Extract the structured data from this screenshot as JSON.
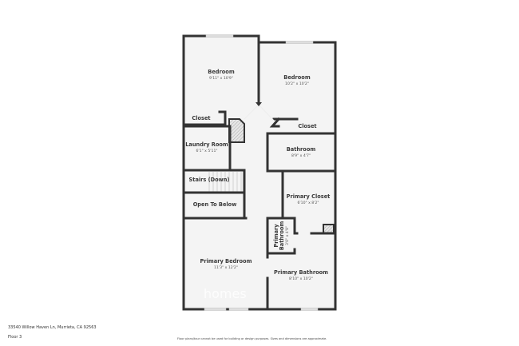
{
  "plan": {
    "floor_fill": "#f4f4f4",
    "wall_color": "#333333",
    "window_color": "#dcdcdc",
    "rooms": [
      {
        "id": "bedroom-1",
        "label": "Bedroom",
        "dims": "9'11\" x 10'9\""
      },
      {
        "id": "bedroom-2",
        "label": "Bedroom",
        "dims": "10'2\" x 10'2\""
      },
      {
        "id": "closet-1",
        "label": "Closet",
        "dims": ""
      },
      {
        "id": "closet-2",
        "label": "Closet",
        "dims": ""
      },
      {
        "id": "laundry",
        "label": "Laundry Room",
        "dims": "6'1\" x 5'11\""
      },
      {
        "id": "bathroom",
        "label": "Bathroom",
        "dims": "8'9\" x 4'7\""
      },
      {
        "id": "stairs",
        "label": "Stairs (Down)",
        "dims": ""
      },
      {
        "id": "open-below",
        "label": "Open To Below",
        "dims": ""
      },
      {
        "id": "primary-closet",
        "label": "Primary Closet",
        "dims": "6'10\" x 8'2\""
      },
      {
        "id": "primary-bath-small",
        "label_line1": "Primary",
        "label_line2": "Bathroom",
        "dims": "3'0\" x 4'9\""
      },
      {
        "id": "primary-bedroom",
        "label": "Primary Bedroom",
        "dims": "11'3\" x 12'2\""
      },
      {
        "id": "primary-bathroom",
        "label": "Primary Bathroom",
        "dims": "8'10\" x 10'2\""
      }
    ],
    "watermark": "homes"
  },
  "footer": {
    "address": "33540 Willow Haven Ln, Murrieta, CA 92563",
    "floor": "Floor 3",
    "disclaimer": "Floor plans/tour cannot be used for building or design purposes. Sizes and dimensions are approximate."
  }
}
